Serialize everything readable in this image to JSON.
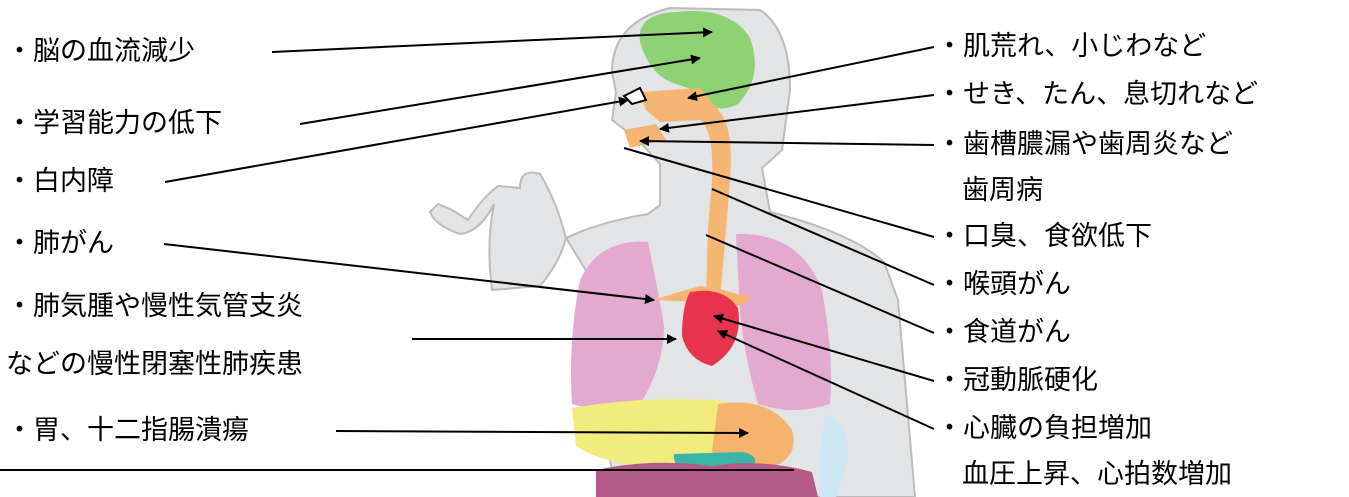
{
  "left_labels": [
    "・脳の血流減少",
    "・学習能力の低下",
    "・白内障",
    "・肺がん",
    "・肺気腫や慢性気管支炎",
    "などの慢性閉塞性肺疾患",
    "・胃、十二指腸潰瘍"
  ],
  "right_labels": [
    "・肌荒れ、小じわなど",
    "・せき、たん、息切れなど",
    "・歯槽膿漏や歯周炎など",
    "歯周病",
    "・口臭、食欲低下",
    "・喉頭がん",
    "・食道がん",
    "・冠動脈硬化",
    "・心臓の負担増加",
    "血圧上昇、心拍数増加"
  ],
  "colors": {
    "body": "#e3e4e5",
    "body_outline": "#bcbcbc",
    "brain": "#8fd175",
    "lung": "#e3a9cf",
    "heart": "#e8334d",
    "airway": "#f6b673",
    "liver": "#f1ec7d",
    "stomach": "#f4b46e",
    "pancreas": "#3bb5a8",
    "intestine": "#b35a86",
    "kidney": "#cde7f5",
    "leader": "#000000"
  }
}
